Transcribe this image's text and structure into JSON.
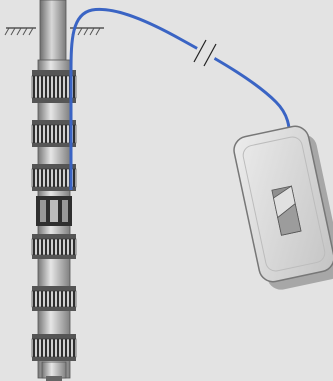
{
  "diagram": {
    "background_color": "#e3e3e3",
    "cable_color": "#3a64c4",
    "pump_body_color": "#a8a8a8",
    "pump_dark_color": "#3c3c3c",
    "switch_plate_color": "#d6d6d6",
    "switch_rocker_color": "#9a9a9a",
    "ground_hatch_color": "#555555",
    "cable_break_symbol": "double-slash",
    "components": {
      "pump": "submersible-borehole-pump-icon",
      "cable": "power-cable",
      "switch": "wall-switch-icon",
      "ground": "ground-surface-hatch"
    }
  }
}
